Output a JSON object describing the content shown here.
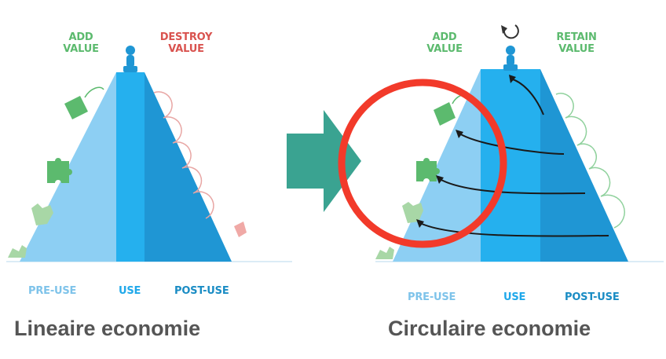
{
  "linear": {
    "add_value": "ADD\nVALUE",
    "destroy_value": "DESTROY\nVALUE",
    "pre_use": "PRE-USE",
    "use": "USE",
    "post_use": "POST-USE",
    "title": "Lineaire economie"
  },
  "circular": {
    "add_value": "ADD\nVALUE",
    "retain_value": "RETAIN\nVALUE",
    "pre_use": "PRE-USE",
    "use": "USE",
    "post_use": "POST-USE",
    "title": "Circulaire economie"
  },
  "colors": {
    "light_blue": "#8dcff3",
    "mid_blue": "#25b0ee",
    "dark_blue": "#1f96d4",
    "green": "#5cba6e",
    "red": "#d9534f",
    "arrow_teal": "#3aa391",
    "highlight_circle": "#f23a2a"
  }
}
